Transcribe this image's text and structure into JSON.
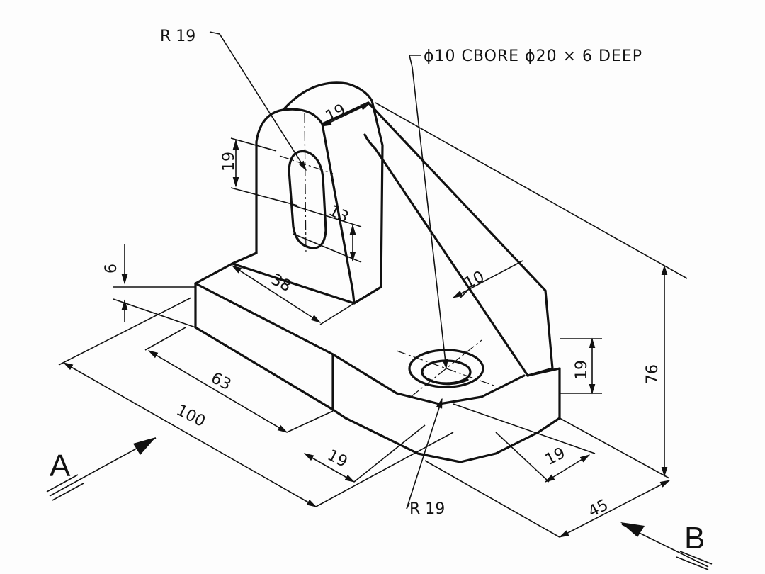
{
  "drawing": {
    "dimensions": {
      "fillet_radius_top": "R 19",
      "boss_thickness": "19",
      "slot_length": "19",
      "slot_width": "13",
      "base_height": "6",
      "upright_thickness": "38",
      "rib_thickness": "10",
      "base_step_length": "63",
      "base_overall_length": "100",
      "front_offset": "19",
      "hole_offset": "19",
      "end_height": "19",
      "overall_height": "76",
      "base_depth": "45",
      "fillet_radius_end": "R 19"
    },
    "notes": {
      "counterbore": "ϕ10  CBORE ϕ20 × 6 DEEP"
    },
    "views": {
      "arrow_a": "A",
      "arrow_b": "B"
    }
  }
}
